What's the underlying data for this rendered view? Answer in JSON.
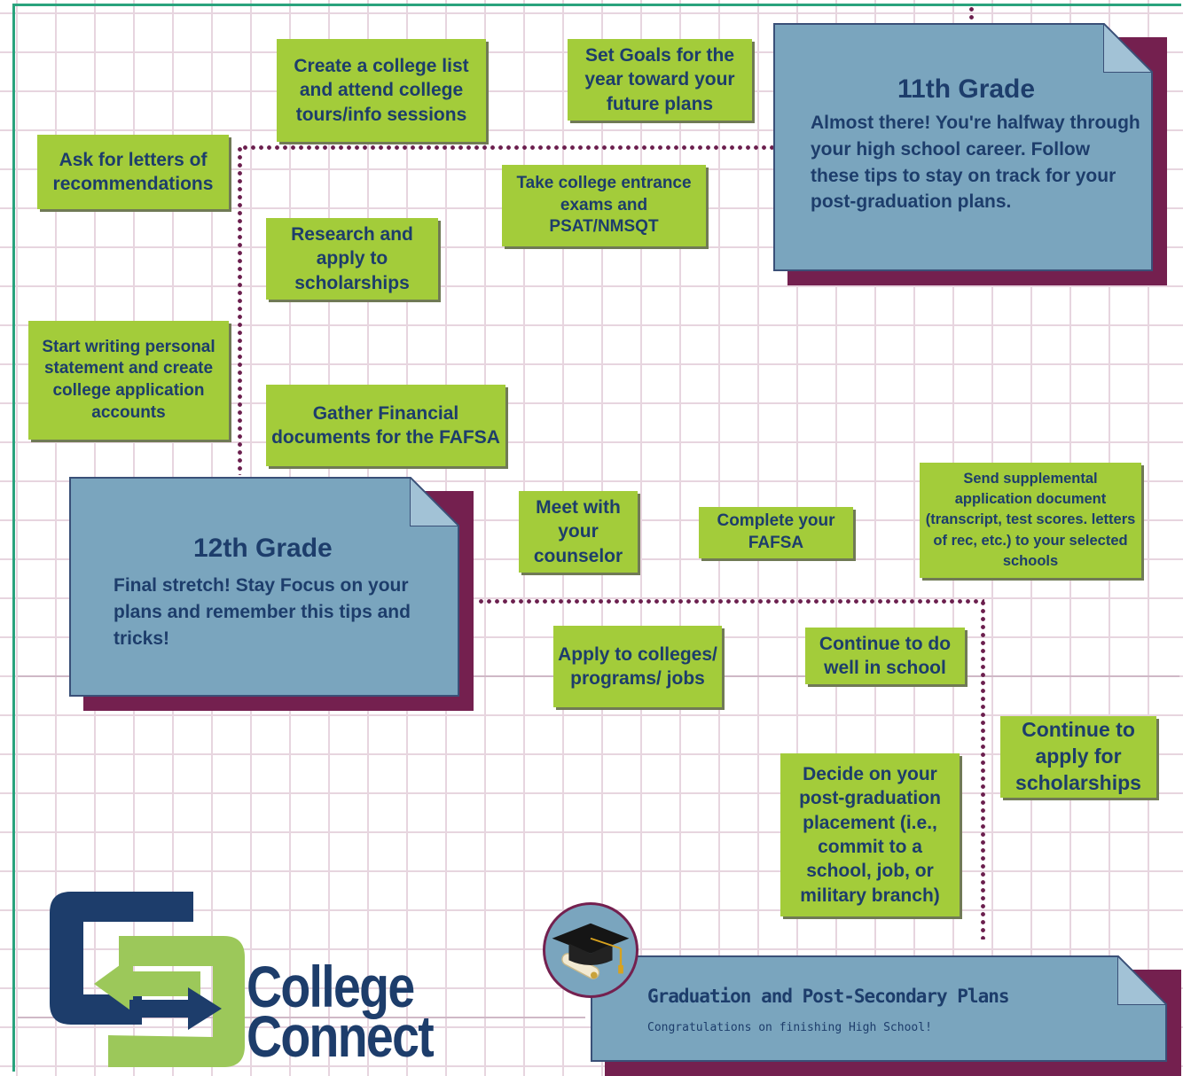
{
  "grade11": {
    "title": "11th Grade",
    "text": "Almost there! You're halfway through your high school career. Follow these tips to stay on track for your post-graduation plans."
  },
  "grade12": {
    "title": "12th Grade",
    "text": "Final stretch! Stay Focus on your plans and remember this tips and tricks!"
  },
  "graduation": {
    "title": "Graduation and Post-Secondary Plans",
    "subtitle": "Congratulations on finishing High School!"
  },
  "tasks": {
    "college_list": "Create a college list and attend college tours/info sessions",
    "set_goals": "Set Goals for the year toward your future plans",
    "letters": "Ask for letters of recommendations",
    "entrance_exams": "Take college entrance exams and PSAT/NMSQT",
    "scholarships_research": "Research and apply to scholarships",
    "personal_statement": "Start writing personal statement and create college application accounts",
    "financial_docs": "Gather Financial documents for the FAFSA",
    "meet_counselor": "Meet with your counselor",
    "complete_fafsa": "Complete your FAFSA",
    "supplemental": "Send supplemental application document (transcript, test scores. letters of rec, etc.) to your selected schools",
    "apply_colleges": "Apply to colleges/ programs/ jobs",
    "do_well": "Continue to do well in school",
    "continue_scholarships": "Continue to apply for scholarships",
    "decide_placement": "Decide on your post-graduation placement (i.e., commit to a school, job, or military branch)"
  },
  "logo": {
    "line1": "College",
    "line2": "Connect"
  },
  "colors": {
    "note": "#a3cc3a",
    "card": "#7aa5be",
    "card_shadow": "#74204f",
    "text": "#1d3d6b",
    "logo_green": "#9cc85a",
    "logo_navy": "#1d3d6b",
    "dotted_path": "#6b1f4e"
  },
  "icons": [
    "graduation-cap-icon",
    "diploma-icon",
    "college-connect-logo-icon"
  ]
}
